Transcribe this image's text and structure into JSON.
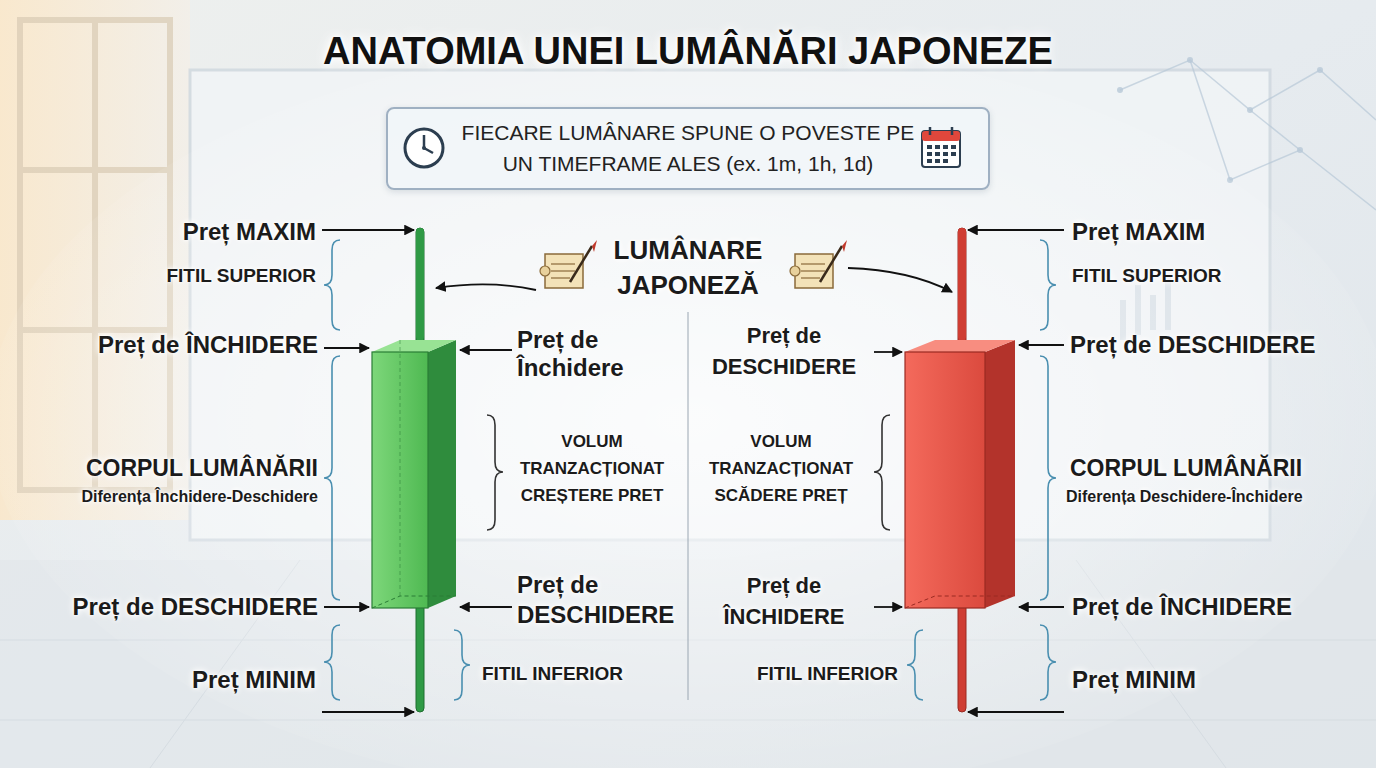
{
  "diagram": {
    "title": "ANATOMIA UNEI LUMÂNĂRI JAPONEZE",
    "nodes": [
      {
        "text": [
          "FIECARE LUMÂNARE SPUNE O POVESTE PE UN TIMEFRAME ALES (ex. 1m, 1h, 1d)"
        ]
      }
    ],
    "labels": [
      "Preț MAXIM",
      "FITIL SUPERIOR",
      "Preț de ÎNCHIDERE",
      "Preț de Închidere",
      "CORPUL LUMÂNĂRII",
      "Diferența Închidere-Deschidere",
      "VOLUM TRANZACȚIONAT CREȘTERE PRET",
      "Preț de DESCHIDERE",
      "Preț de DESCHIDERE",
      "Preț MINIM",
      "FITIL INFERIOR",
      "LUMÂNARE JAPONEZĂ",
      "Preț MAXIM",
      "FITIL SUPERIOR",
      "Preț de DESCHIDERE",
      "Preț de DESCHIDERE",
      "VOLUM TRANZACȚIONAT SCĂDERE PREȚ",
      "CORPUL LUMÂNĂRII",
      "Diferența Deschidere-Închidere",
      "Preț de ÎNCHIDERE",
      "Preț de ÎNCHIDERE",
      "FITIL INFERIOR",
      "Preț MINIM"
    ]
  }
}
